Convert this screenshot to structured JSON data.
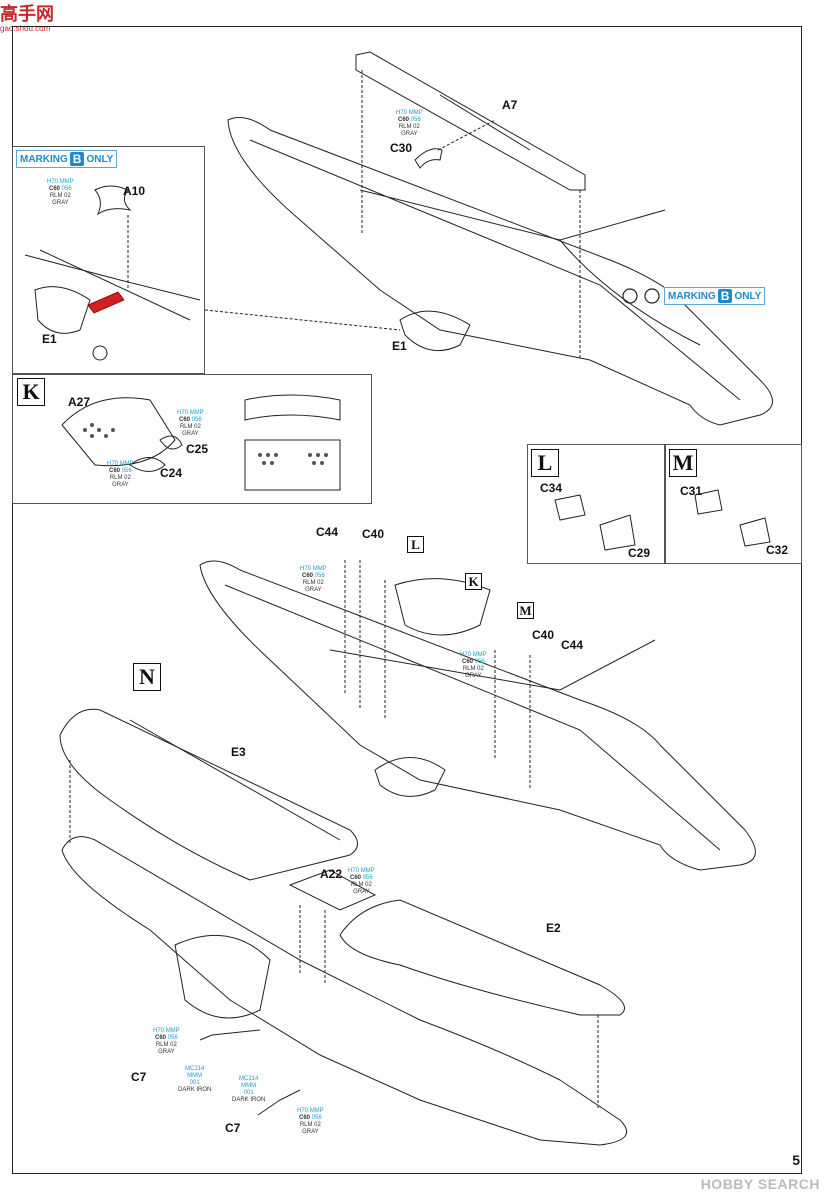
{
  "watermark_top": {
    "title": "高手网",
    "url": "gao.shou.com"
  },
  "page_number": "5",
  "watermark_bottom": "HOBBY SEARCH",
  "markings": [
    {
      "prefix": "MARKING",
      "letter": "B",
      "suffix": "ONLY"
    },
    {
      "prefix": "MARKING",
      "letter": "B",
      "suffix": "ONLY"
    }
  ],
  "steps": {
    "K": "K",
    "L": "L",
    "M": "M",
    "N": "N"
  },
  "parts": {
    "A7": "A7",
    "C30": "C30",
    "A10": "A10",
    "E1a": "E1",
    "E1b": "E1",
    "A27": "A27",
    "C25": "C25",
    "C24": "C24",
    "C34": "C34",
    "C29": "C29",
    "C31": "C31",
    "C32": "C32",
    "C44a": "C44",
    "C40a": "C40",
    "C40b": "C40",
    "C44b": "C44",
    "E3": "E3",
    "A22": "A22",
    "E2": "E2",
    "C7a": "C7",
    "C7b": "C7"
  },
  "paint_gray": {
    "a": "H70",
    "b": "MMP",
    "c": "C60",
    "d": "056",
    "e": "RLM 02",
    "f": "GRAY"
  },
  "paint_iron": {
    "a": "MC214",
    "b": "MMM",
    "c": "001",
    "d": "DARK IRON"
  },
  "colors": {
    "accent": "#1d8ac9",
    "red_part": "#d32020"
  }
}
